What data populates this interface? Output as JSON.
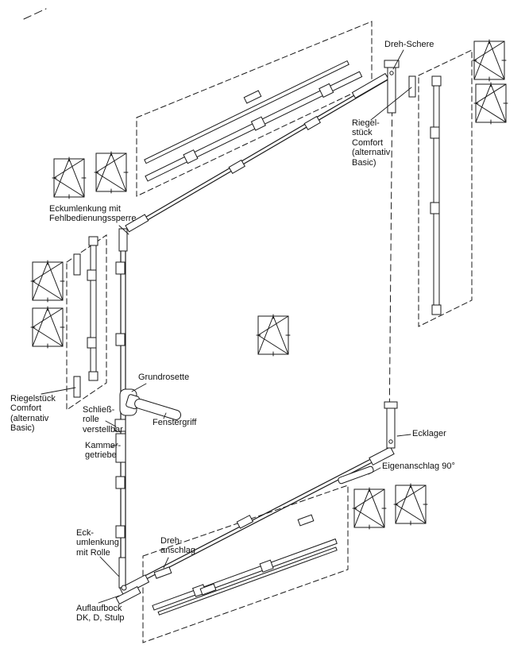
{
  "diagram": {
    "kind": "exploded-window-hardware-diagram",
    "colors": {
      "line": "#1a1a1a",
      "background": "#ffffff"
    },
    "labels": {
      "dreh_schere": "Dreh-Schere",
      "riegelstueck_right": "Riegel-\nstück\nComfort\n(alternativ\nBasic)",
      "eckumlenkung_fbs": "Eckumlenkung mit\nFehlbedienungssperre",
      "riegelstueck_left": "Riegelstück\nComfort\n(alternativ\nBasic)",
      "schliessrolle": "Schließ-\nrolle\nverstellbar",
      "grundrosette": "Grundrosette",
      "fenstergriff": "Fenstergriff",
      "kammergetriebe": "Kammer-\ngetriebe",
      "ecklager": "Ecklager",
      "eigenanschlag": "Eigenanschlag 90°",
      "eckumlenkung_rolle": "Eck-\numlenkung\nmit Rolle",
      "drehanschlag": "Dreh-\nanschlag",
      "auflaufbock": "Auflaufbock\nDK, D, Stulp"
    },
    "icons": {
      "window_symbol": "window-orientation-symbol"
    }
  }
}
